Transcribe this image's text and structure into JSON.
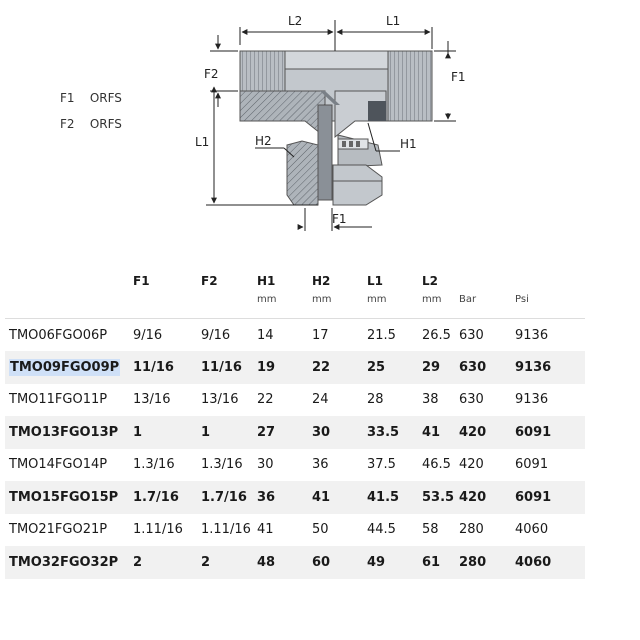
{
  "legend": [
    {
      "code": "F1",
      "value": "ORFS"
    },
    {
      "code": "F2",
      "value": "ORFS"
    }
  ],
  "drawing": {
    "labels": {
      "l2_top": "L2",
      "l1_top": "L1",
      "f2": "F2",
      "f1_right": "F1",
      "l1_left": "L1",
      "h2": "H2",
      "h1": "H1",
      "f1_bottom": "F1"
    }
  },
  "table": {
    "headers": [
      "",
      "F1",
      "F2",
      "H1",
      "H2",
      "L1",
      "L2",
      "",
      ""
    ],
    "units": [
      "",
      "",
      "",
      "mm",
      "mm",
      "mm",
      "mm",
      "Bar",
      "Psi"
    ],
    "rows": [
      {
        "cells": [
          "TMO06FGO06P",
          "9/16",
          "9/16",
          "14",
          "17",
          "21.5",
          "26.5",
          "630",
          "9136"
        ],
        "bold": false,
        "selected": false
      },
      {
        "cells": [
          "TMO09FGO09P",
          "11/16",
          "11/16",
          "19",
          "22",
          "25",
          "29",
          "630",
          "9136"
        ],
        "bold": true,
        "selected": true
      },
      {
        "cells": [
          "TMO11FGO11P",
          "13/16",
          "13/16",
          "22",
          "24",
          "28",
          "38",
          "630",
          "9136"
        ],
        "bold": false,
        "selected": false
      },
      {
        "cells": [
          "TMO13FGO13P",
          "1",
          "1",
          "27",
          "30",
          "33.5",
          "41",
          "420",
          "6091"
        ],
        "bold": true,
        "selected": false
      },
      {
        "cells": [
          "TMO14FGO14P",
          "1.3/16",
          "1.3/16",
          "30",
          "36",
          "37.5",
          "46.5",
          "420",
          "6091"
        ],
        "bold": false,
        "selected": false
      },
      {
        "cells": [
          "TMO15FGO15P",
          "1.7/16",
          "1.7/16",
          "36",
          "41",
          "41.5",
          "53.5",
          "420",
          "6091"
        ],
        "bold": true,
        "selected": false
      },
      {
        "cells": [
          "TMO21FGO21P",
          "1.11/16",
          "1.11/16",
          "41",
          "50",
          "44.5",
          "58",
          "280",
          "4060"
        ],
        "bold": false,
        "selected": false
      },
      {
        "cells": [
          "TMO32FGO32P",
          "2",
          "2",
          "48",
          "60",
          "49",
          "61",
          "280",
          "4060"
        ],
        "bold": true,
        "selected": false
      }
    ]
  }
}
